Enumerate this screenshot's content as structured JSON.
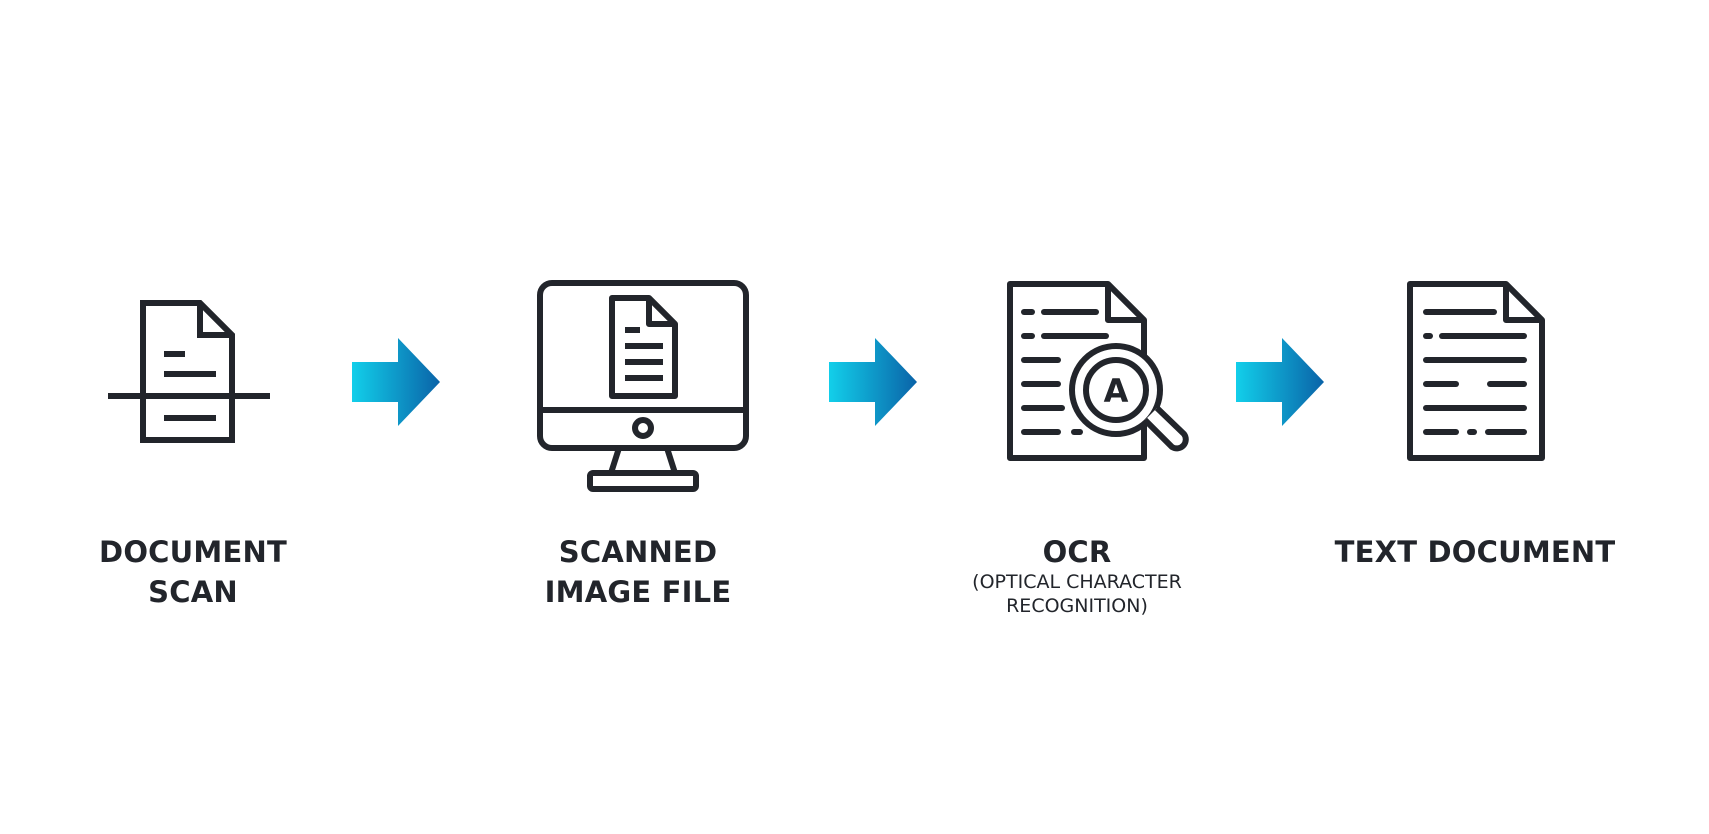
{
  "colors": {
    "ink": "#22252b",
    "arrow_gradient_start": "#12cfea",
    "arrow_gradient_end": "#0a63a8",
    "background": "#ffffff"
  },
  "steps": [
    {
      "icon": "document-scan-icon",
      "title_line1": "DOCUMENT",
      "title_line2": "SCAN"
    },
    {
      "icon": "monitor-document-icon",
      "title_line1": "SCANNED",
      "title_line2": "IMAGE FILE"
    },
    {
      "icon": "ocr-magnifier-icon",
      "title_line1": "OCR",
      "subtitle_line1": "(OPTICAL CHARACTER",
      "subtitle_line2": "RECOGNITION)"
    },
    {
      "icon": "text-document-icon",
      "title_line1": "TEXT DOCUMENT"
    }
  ],
  "arrows": [
    "arrow-right-icon",
    "arrow-right-icon",
    "arrow-right-icon"
  ]
}
